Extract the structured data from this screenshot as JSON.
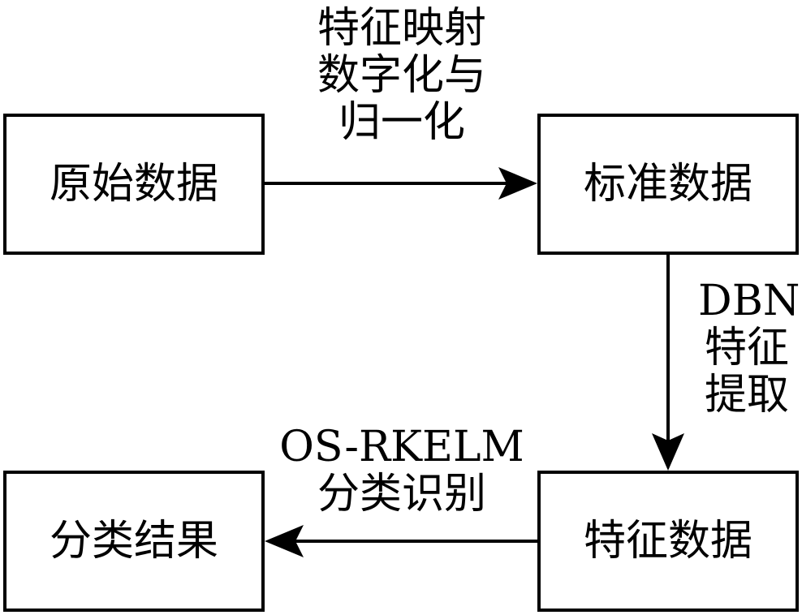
{
  "nodes": {
    "raw_data": "原始数据",
    "standard_data": "标准数据",
    "feature_data": "特征数据",
    "result": "分类结果"
  },
  "edges": {
    "raw_to_standard": [
      "特征映射",
      "数字化与",
      "归一化"
    ],
    "standard_to_feature": [
      "DBN",
      "特征",
      "提取"
    ],
    "feature_to_result": [
      "OS-RKELM",
      "分类识别"
    ]
  },
  "colors": {
    "line": "#000000",
    "background": "#ffffff"
  }
}
